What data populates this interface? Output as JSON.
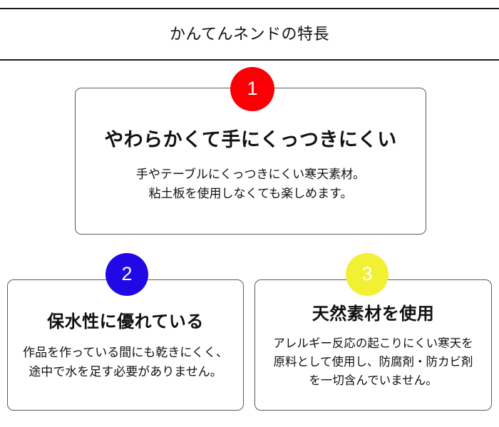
{
  "header": {
    "title": "かんてんネンドの特長",
    "rule_color": "#1a1a1a"
  },
  "colors": {
    "badge_one": "#fa0005",
    "badge_two": "#2009e4",
    "badge_three": "#f2f033",
    "card_border": "#5a5a5a",
    "text": "#111111",
    "background": "#ffffff",
    "badge_number_text": "#ffffff"
  },
  "features": [
    {
      "badge_number": "1",
      "badge_color": "#fa0005",
      "heading": "やわらかくて手にくっつきにくい",
      "body_lines": [
        "手やテーブルにくっつきにくい寒天素材。",
        "粘土板を使用しなくても楽しめます。"
      ]
    },
    {
      "badge_number": "2",
      "badge_color": "#2009e4",
      "heading": "保水性に優れている",
      "body_lines": [
        "作品を作っている間にも乾きにくく、",
        "途中で水を足す必要がありません。"
      ]
    },
    {
      "badge_number": "3",
      "badge_color": "#f2f033",
      "heading": "天然素材を使用",
      "body_lines": [
        "アレルギー反応の起こりにくい寒天を",
        "原料として使用し、防腐剤・防カビ剤",
        "を一切含んでいません。"
      ]
    }
  ]
}
